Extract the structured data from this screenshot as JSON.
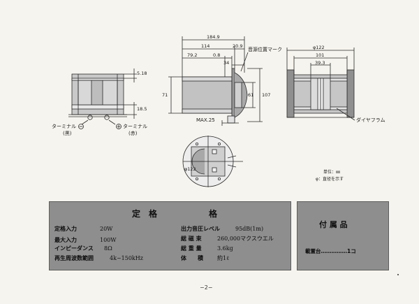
{
  "labels": {
    "terminal_minus": "ターミナル",
    "terminal_minus_color": "(黒)",
    "terminal_plus": "ターミナル",
    "terminal_plus_color": "(赤)",
    "sound_source_mark": "音源位置マーク",
    "diaphragm": "ダイヤフラム",
    "max_depth": "MAX.25",
    "unit_note": "単位：㎜",
    "diameter_note": "φ：直径を示す",
    "front_diameter": "φ122"
  },
  "dimensions": {
    "front_view": {
      "d1": "5.18",
      "d2": "18.5"
    },
    "side_view": {
      "overall": "184.9",
      "body": "114",
      "horn": "20.9",
      "d_79": "79.2",
      "d_08": "0.8",
      "d_34": "34",
      "h_71": "71",
      "h_61": "61",
      "h_107": "107"
    },
    "rear_view": {
      "outer": "φ122",
      "w_101": "101",
      "w_393": "39.3"
    }
  },
  "spec": {
    "title": "定　格",
    "rows": [
      {
        "label": "定格入力",
        "value": "20W"
      },
      {
        "label": "最大入力",
        "value": "100W"
      },
      {
        "label": "インピーダンス",
        "value": "8Ω"
      },
      {
        "label": "再生周波数範囲",
        "value": "4k~150kHz"
      }
    ],
    "rows_right": [
      {
        "label": "出力音圧レベル",
        "value": "95dB(1m)"
      },
      {
        "label": "総 磁 束",
        "value": "260,000マクスウエル"
      },
      {
        "label": "総 重 量",
        "value": "3.6kg"
      },
      {
        "label": "体　　積",
        "value": "約1ℓ"
      }
    ]
  },
  "accessory": {
    "title": "付 属 品",
    "item": "載置台……………1コ"
  },
  "page_number": "−2−"
}
